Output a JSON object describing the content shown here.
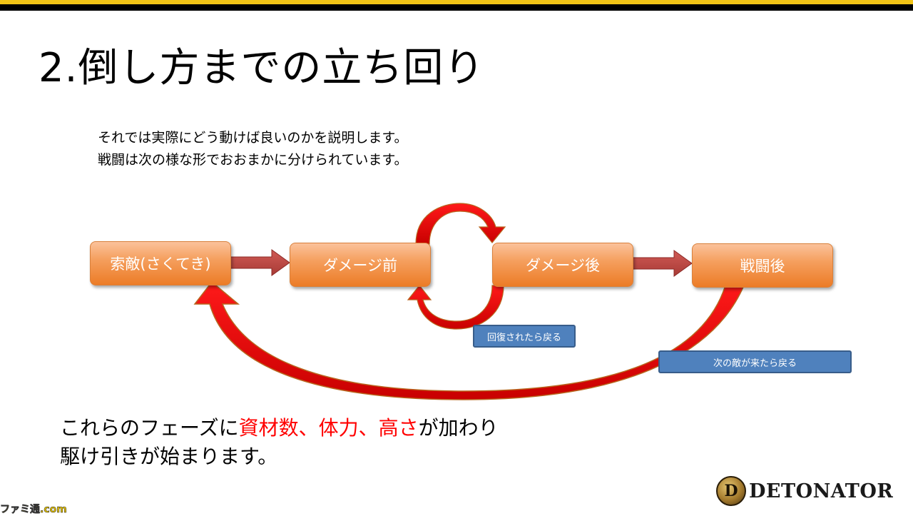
{
  "slide": {
    "title": "2.倒し方までの立ち回り",
    "intro": [
      "それでは実際にどう動けば良いのかを説明します。",
      "戦闘は次の様な形でおおまかに分けられています。"
    ]
  },
  "flow": {
    "phases": [
      {
        "label": "索敵(さくてき)"
      },
      {
        "label": "ダメージ前"
      },
      {
        "label": "ダメージ後"
      },
      {
        "label": "戦闘後"
      }
    ],
    "notes": {
      "loop": "回復されたら戻る",
      "return": "次の敵が来たら戻る"
    }
  },
  "summary": {
    "line1_pre": "これらのフェーズに",
    "line1_hl": "資材数、体力、高さ",
    "line1_post": "が加わり",
    "line2": "駆け引きが始まります。"
  },
  "footer": {
    "watermark": "ファミ通.com",
    "logo_text": "DETONATOR",
    "logo_mark": "D"
  },
  "colors": {
    "top_stripe": "#f2c416",
    "phase_orange": "#ec7c26",
    "arrow_red": "#ff0000",
    "note_blue": "#4f81bd",
    "highlight_red": "#ff0000"
  }
}
